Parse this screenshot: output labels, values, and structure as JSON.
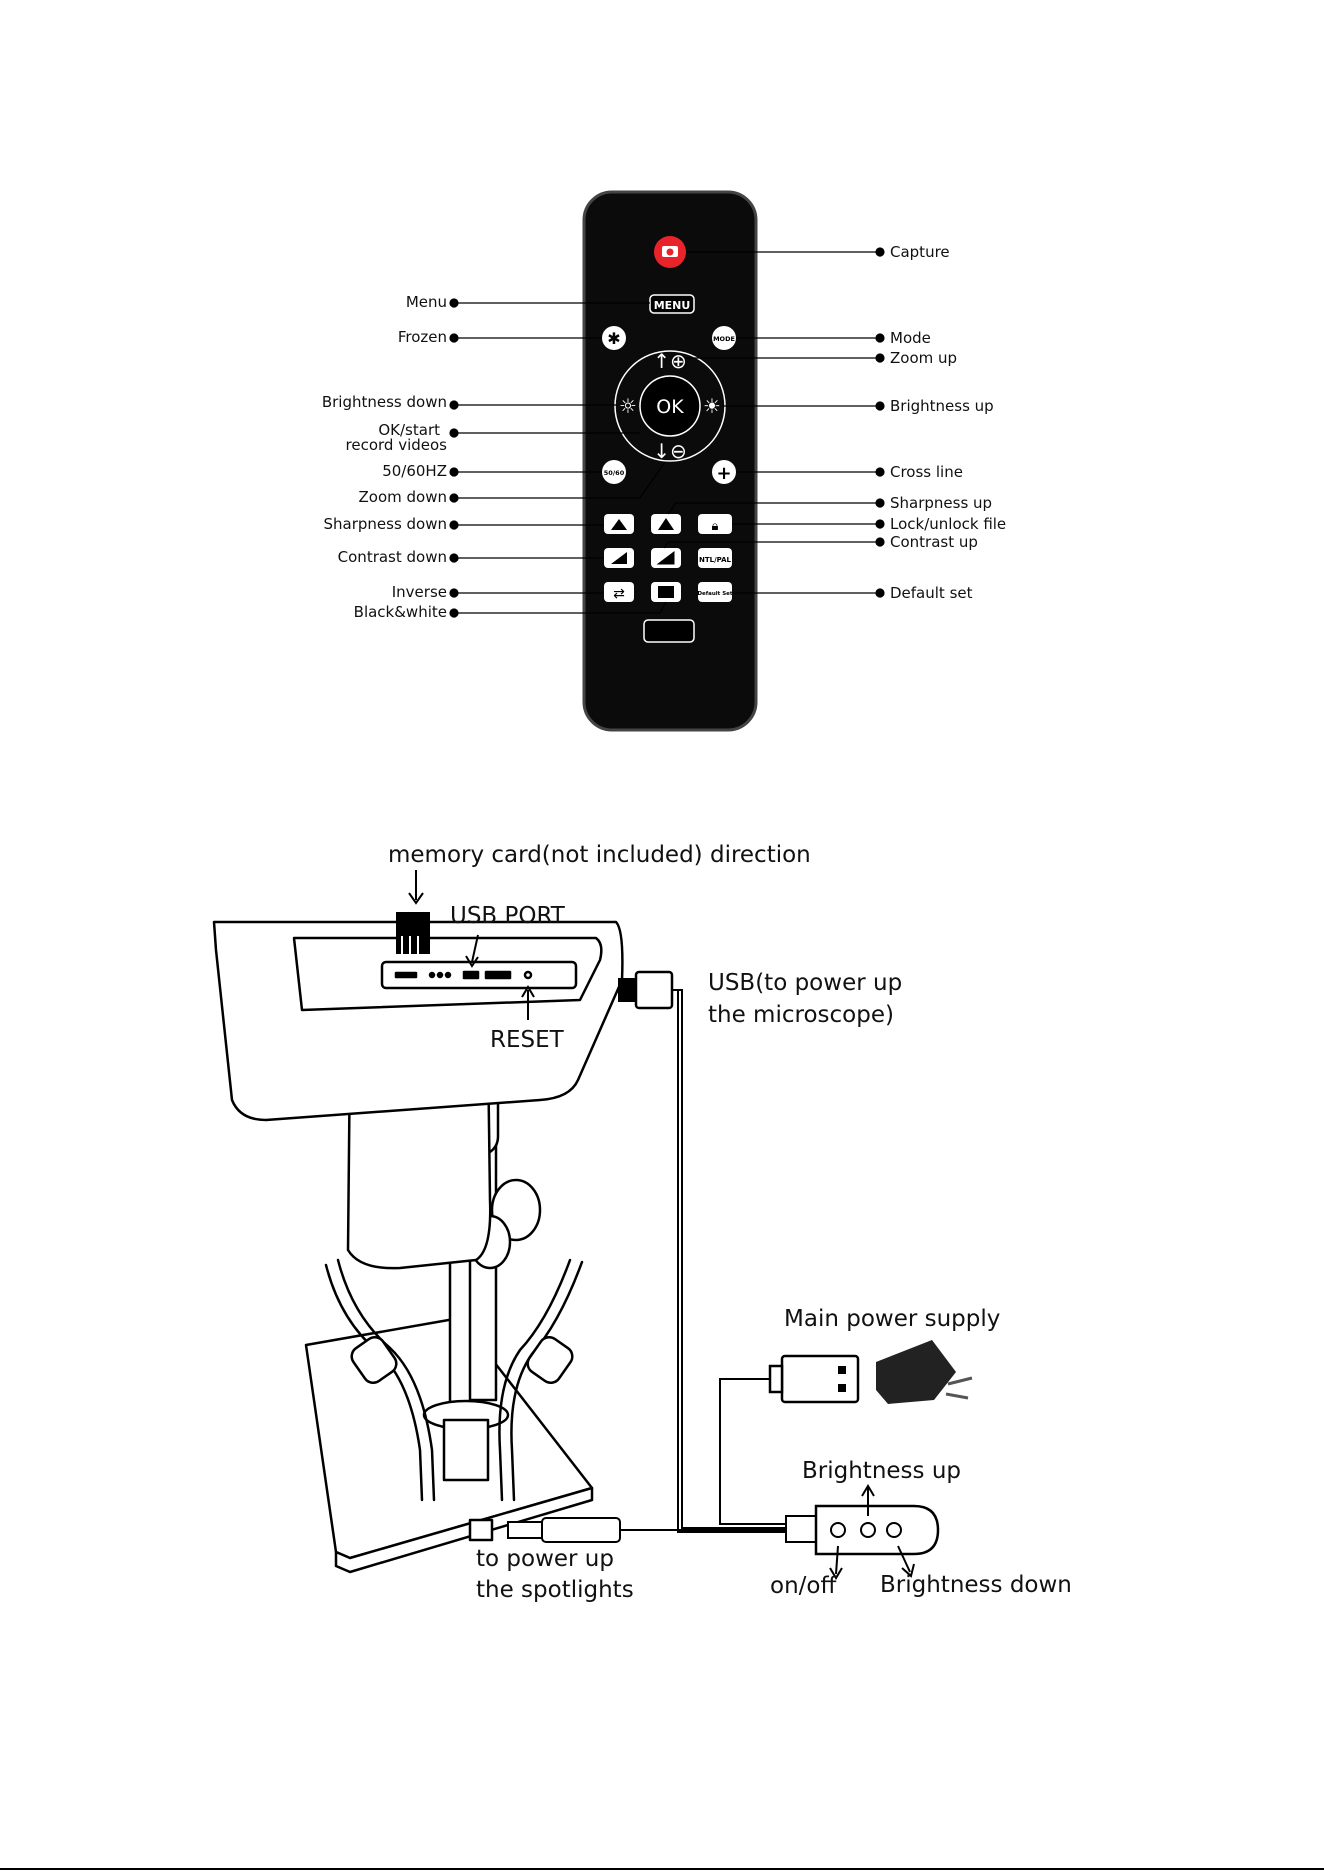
{
  "remote": {
    "buttons": {
      "menu": "MENU",
      "mode": "MODE",
      "ok": "OK",
      "hz": "50/60",
      "ntsc_pal": "NTL/PAL",
      "default": "Default Set"
    },
    "left_labels": {
      "menu": "Menu",
      "frozen": "Frozen",
      "brightness_down": "Brightness down",
      "ok_line1": "OK/start",
      "ok_line2": "record videos",
      "hz": "50/60HZ",
      "zoom_down": "Zoom down",
      "sharpness_down": "Sharpness down",
      "contrast_down": "Contrast down",
      "inverse": "Inverse",
      "black_white": "Black&white"
    },
    "right_labels": {
      "capture": "Capture",
      "mode": "Mode",
      "zoom_up": "Zoom up",
      "brightness_up": "Brightness up",
      "cross_line": "Cross line",
      "sharpness_up": "Sharpness up",
      "lock_unlock": "Lock/unlock file",
      "contrast_up": "Contrast up",
      "default_set": "Default set"
    },
    "colors": {
      "body": "#0b0b0b",
      "capture_button": "#e8242a"
    }
  },
  "microscope": {
    "memory_card": "memory card(not included) direction",
    "usb_port": "USB PORT",
    "reset": "RESET",
    "usb_power_line1": "USB(to power up",
    "usb_power_line2": "the microscope)",
    "main_power": "Main power supply",
    "brightness_up": "Brightness up",
    "on_off": "on/off",
    "brightness_down": "Brightness down",
    "spotlights_line1": "to power up",
    "spotlights_line2": "the spotlights"
  }
}
